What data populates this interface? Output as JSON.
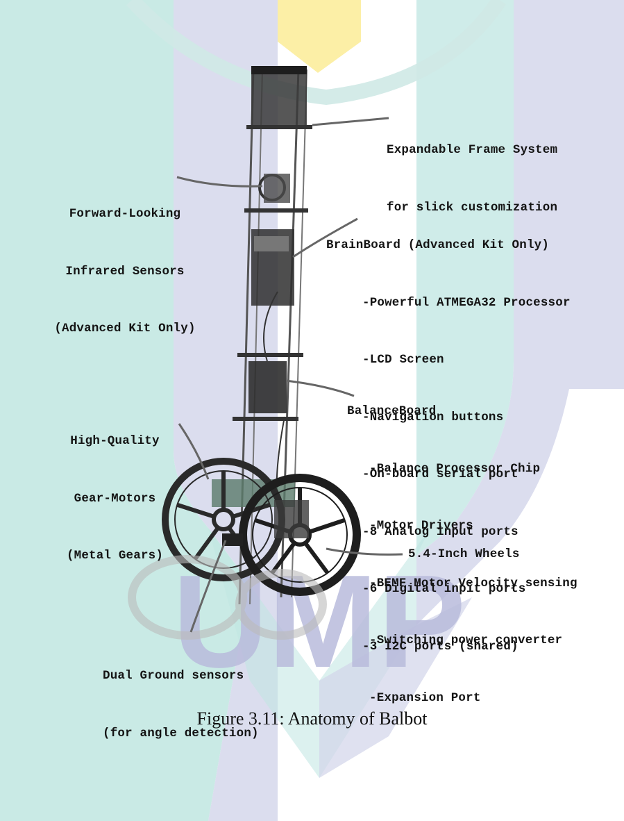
{
  "watermark": {
    "text": "UMP",
    "colors": {
      "teal": "#bfe6e1",
      "lavender": "#d2d4ea",
      "yellow": "#fcefa6",
      "text": "#b9bcdc"
    }
  },
  "labels": {
    "frame": [
      "Expandable Frame System",
      "for slick customization"
    ],
    "infrared": [
      "Forward-Looking",
      "Infrared Sensors",
      "(Advanced Kit Only)"
    ],
    "brainboard": {
      "title": "BrainBoard (Advanced Kit Only)",
      "items": [
        "-Powerful ATMEGA32 Processor",
        "-LCD Screen",
        "-Navigation buttons",
        "-On-board serial port",
        "-8 Analog input ports",
        "-6 Digital inpit ports",
        "-3 I2C ports (shared)"
      ]
    },
    "balanceboard": {
      "title": "BalanceBoard",
      "items": [
        "-Balance Processor Chip",
        "-Motor Drivers",
        "-BEMF Motor Velocity sensing",
        "-Switching power converter",
        "-Expansion Port"
      ]
    },
    "gearmotors": [
      "High-Quality",
      "Gear-Motors",
      "(Metal Gears)"
    ],
    "wheels": "5.4-Inch Wheels",
    "ground": [
      "Dual Ground sensors",
      "(for angle detection)"
    ]
  },
  "caption": "Figure 3.11: Anatomy of Balbot"
}
